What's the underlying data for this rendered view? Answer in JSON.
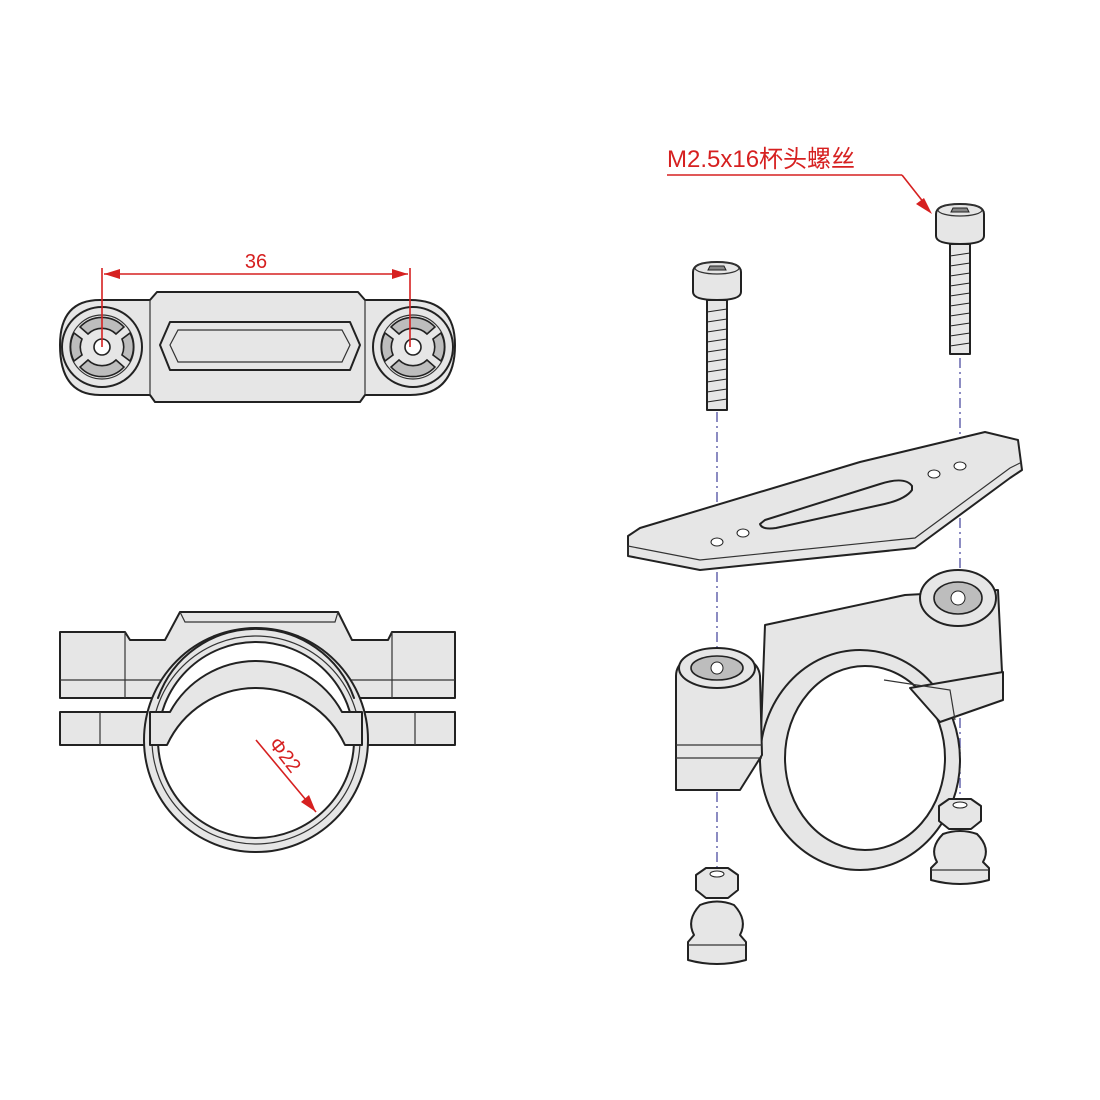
{
  "dimensions": {
    "width_label": "36",
    "diameter_label": "Φ22"
  },
  "callout": {
    "screw_label": "M2.5x16杯头螺丝"
  },
  "colors": {
    "dimension": "#d62020",
    "line": "#222222",
    "axis": "#5a5aa8"
  }
}
